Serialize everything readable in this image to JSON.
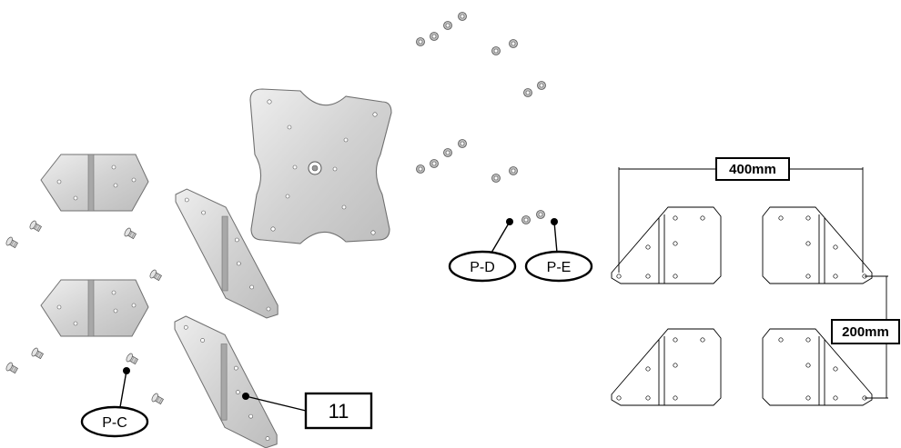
{
  "callouts": {
    "part_c": "P-C",
    "part_d": "P-D",
    "part_e": "P-E",
    "step_number": "11"
  },
  "dimensions": {
    "width": "400mm",
    "height": "200mm"
  },
  "colors": {
    "plate": "#d6d6d6",
    "plate_edge": "#707070",
    "line": "#000000"
  }
}
